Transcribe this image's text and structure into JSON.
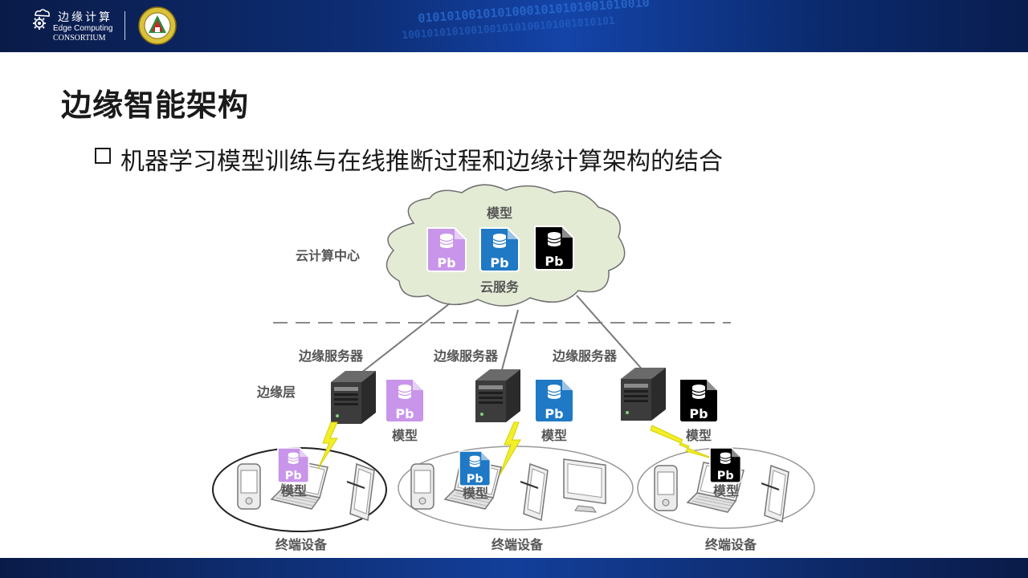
{
  "header": {
    "logo_cn": "边缘计算",
    "logo_en_line1": "Edge Computing",
    "logo_en_line2": "CONSORTIUM",
    "digits_row1": "01010100101010001010101001010010",
    "digits_row2": "1001010101001001010100101001010101"
  },
  "slide": {
    "title": "边缘智能架构",
    "bullet": "机器学习模型训练与在线推断过程和边缘计算架构的结合"
  },
  "diagram": {
    "cloud": {
      "layer_label": "云计算中心",
      "models_label": "模型",
      "service_label": "云服务",
      "models": [
        {
          "text": "Pb",
          "color": "#c895ea"
        },
        {
          "text": "Pb",
          "color": "#1f79c4"
        },
        {
          "text": "Pb",
          "color": "#000000"
        }
      ]
    },
    "edge": {
      "layer_label": "边缘层",
      "servers": [
        {
          "label": "边缘服务器",
          "model_label": "模型",
          "model_text": "Pb",
          "color": "#c895ea"
        },
        {
          "label": "边缘服务器",
          "model_label": "模型",
          "model_text": "Pb",
          "color": "#1f79c4"
        },
        {
          "label": "边缘服务器",
          "model_label": "模型",
          "model_text": "Pb",
          "color": "#000000"
        }
      ]
    },
    "devices": [
      {
        "label": "终端设备",
        "model_label": "模型",
        "model_text": "Pb",
        "color": "#c895ea"
      },
      {
        "label": "终端设备",
        "model_label": "模型",
        "model_text": "Pb",
        "color": "#1f79c4"
      },
      {
        "label": "终端设备",
        "model_label": "模型",
        "model_text": "Pb",
        "color": "#000000"
      }
    ]
  }
}
